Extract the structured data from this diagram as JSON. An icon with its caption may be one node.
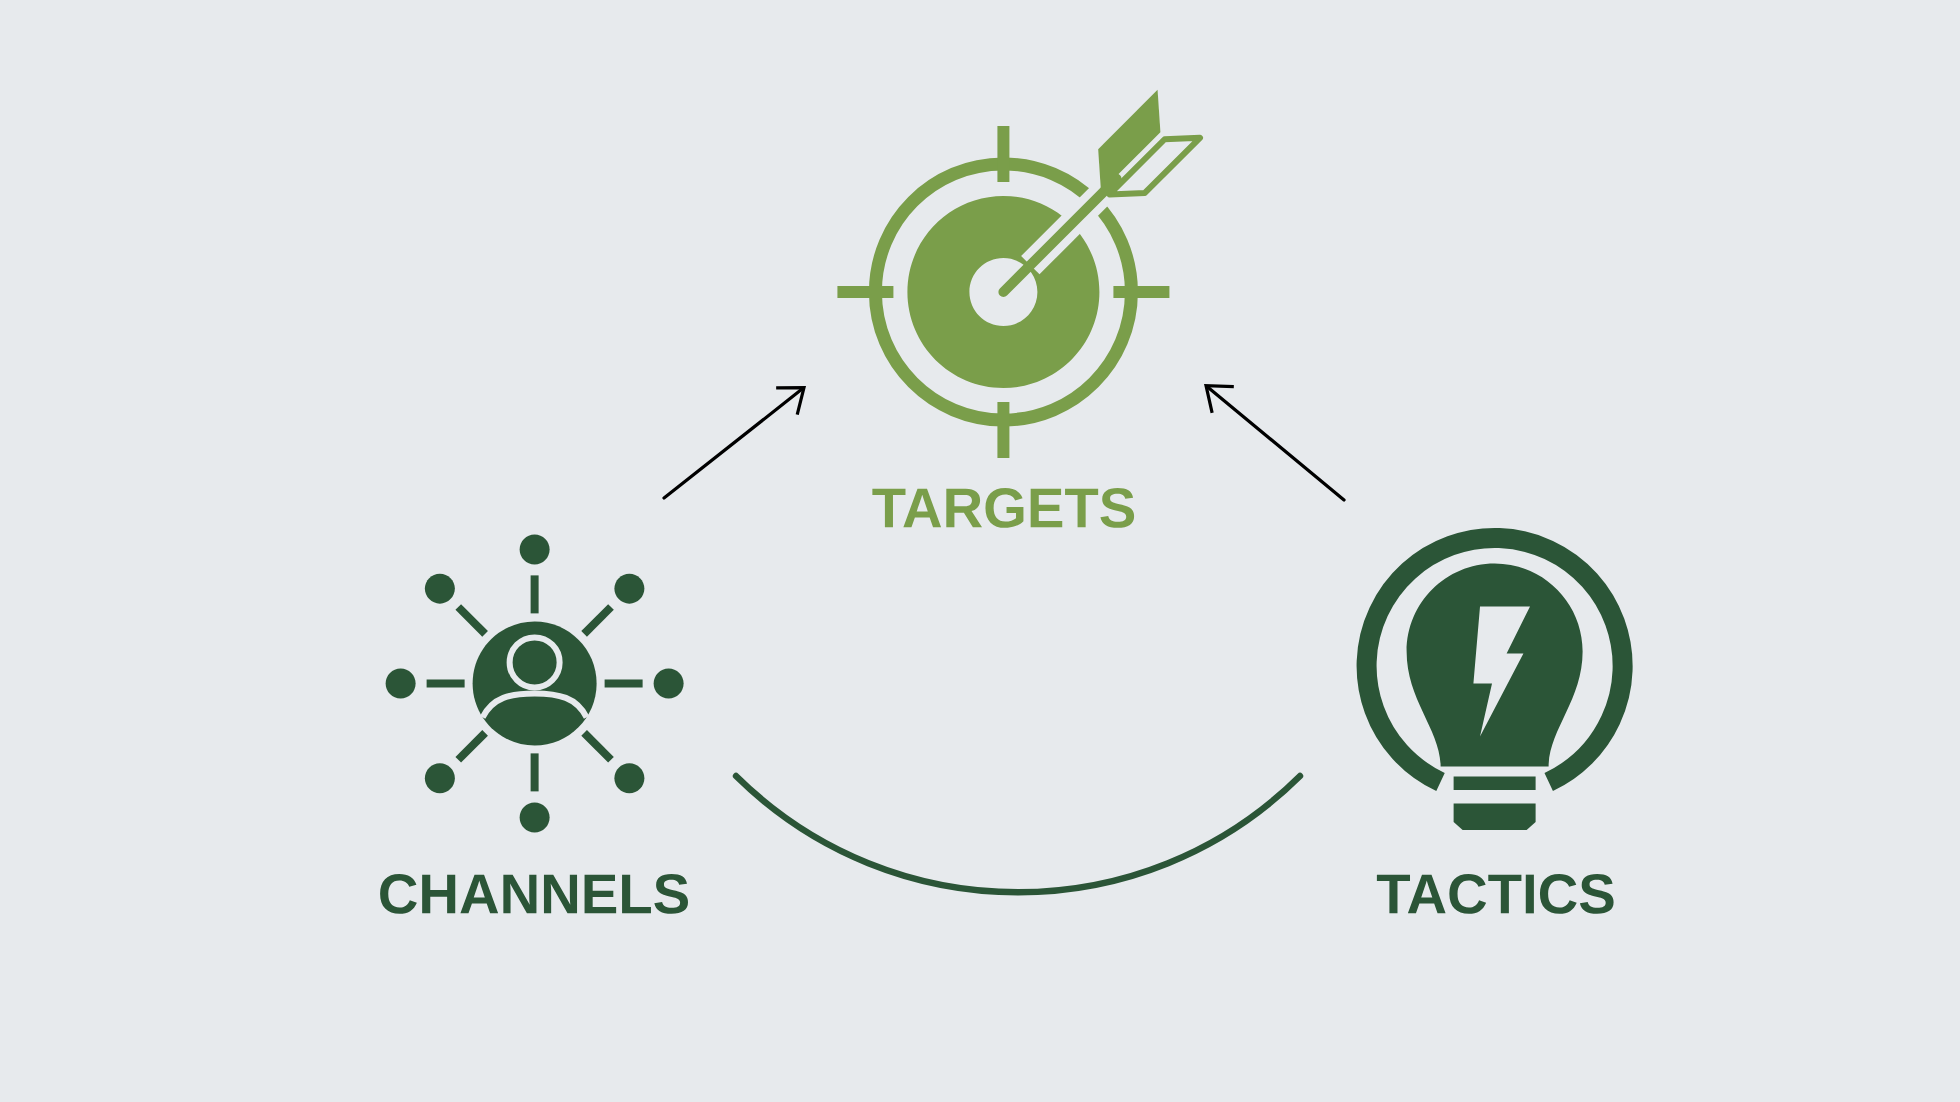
{
  "diagram": {
    "nodes": [
      {
        "text": [
          "TARGETS"
        ]
      },
      {
        "text": [
          "CHANNELS"
        ]
      },
      {
        "text": [
          "TACTICS"
        ]
      }
    ],
    "edges": [
      {
        "from": 1,
        "to": 0,
        "arrow": "to"
      },
      {
        "from": 2,
        "to": 0,
        "arrow": "to"
      },
      {
        "from": 1,
        "to": 2,
        "arrow": "none",
        "style": "thick",
        "color": "#2b5537"
      }
    ]
  }
}
